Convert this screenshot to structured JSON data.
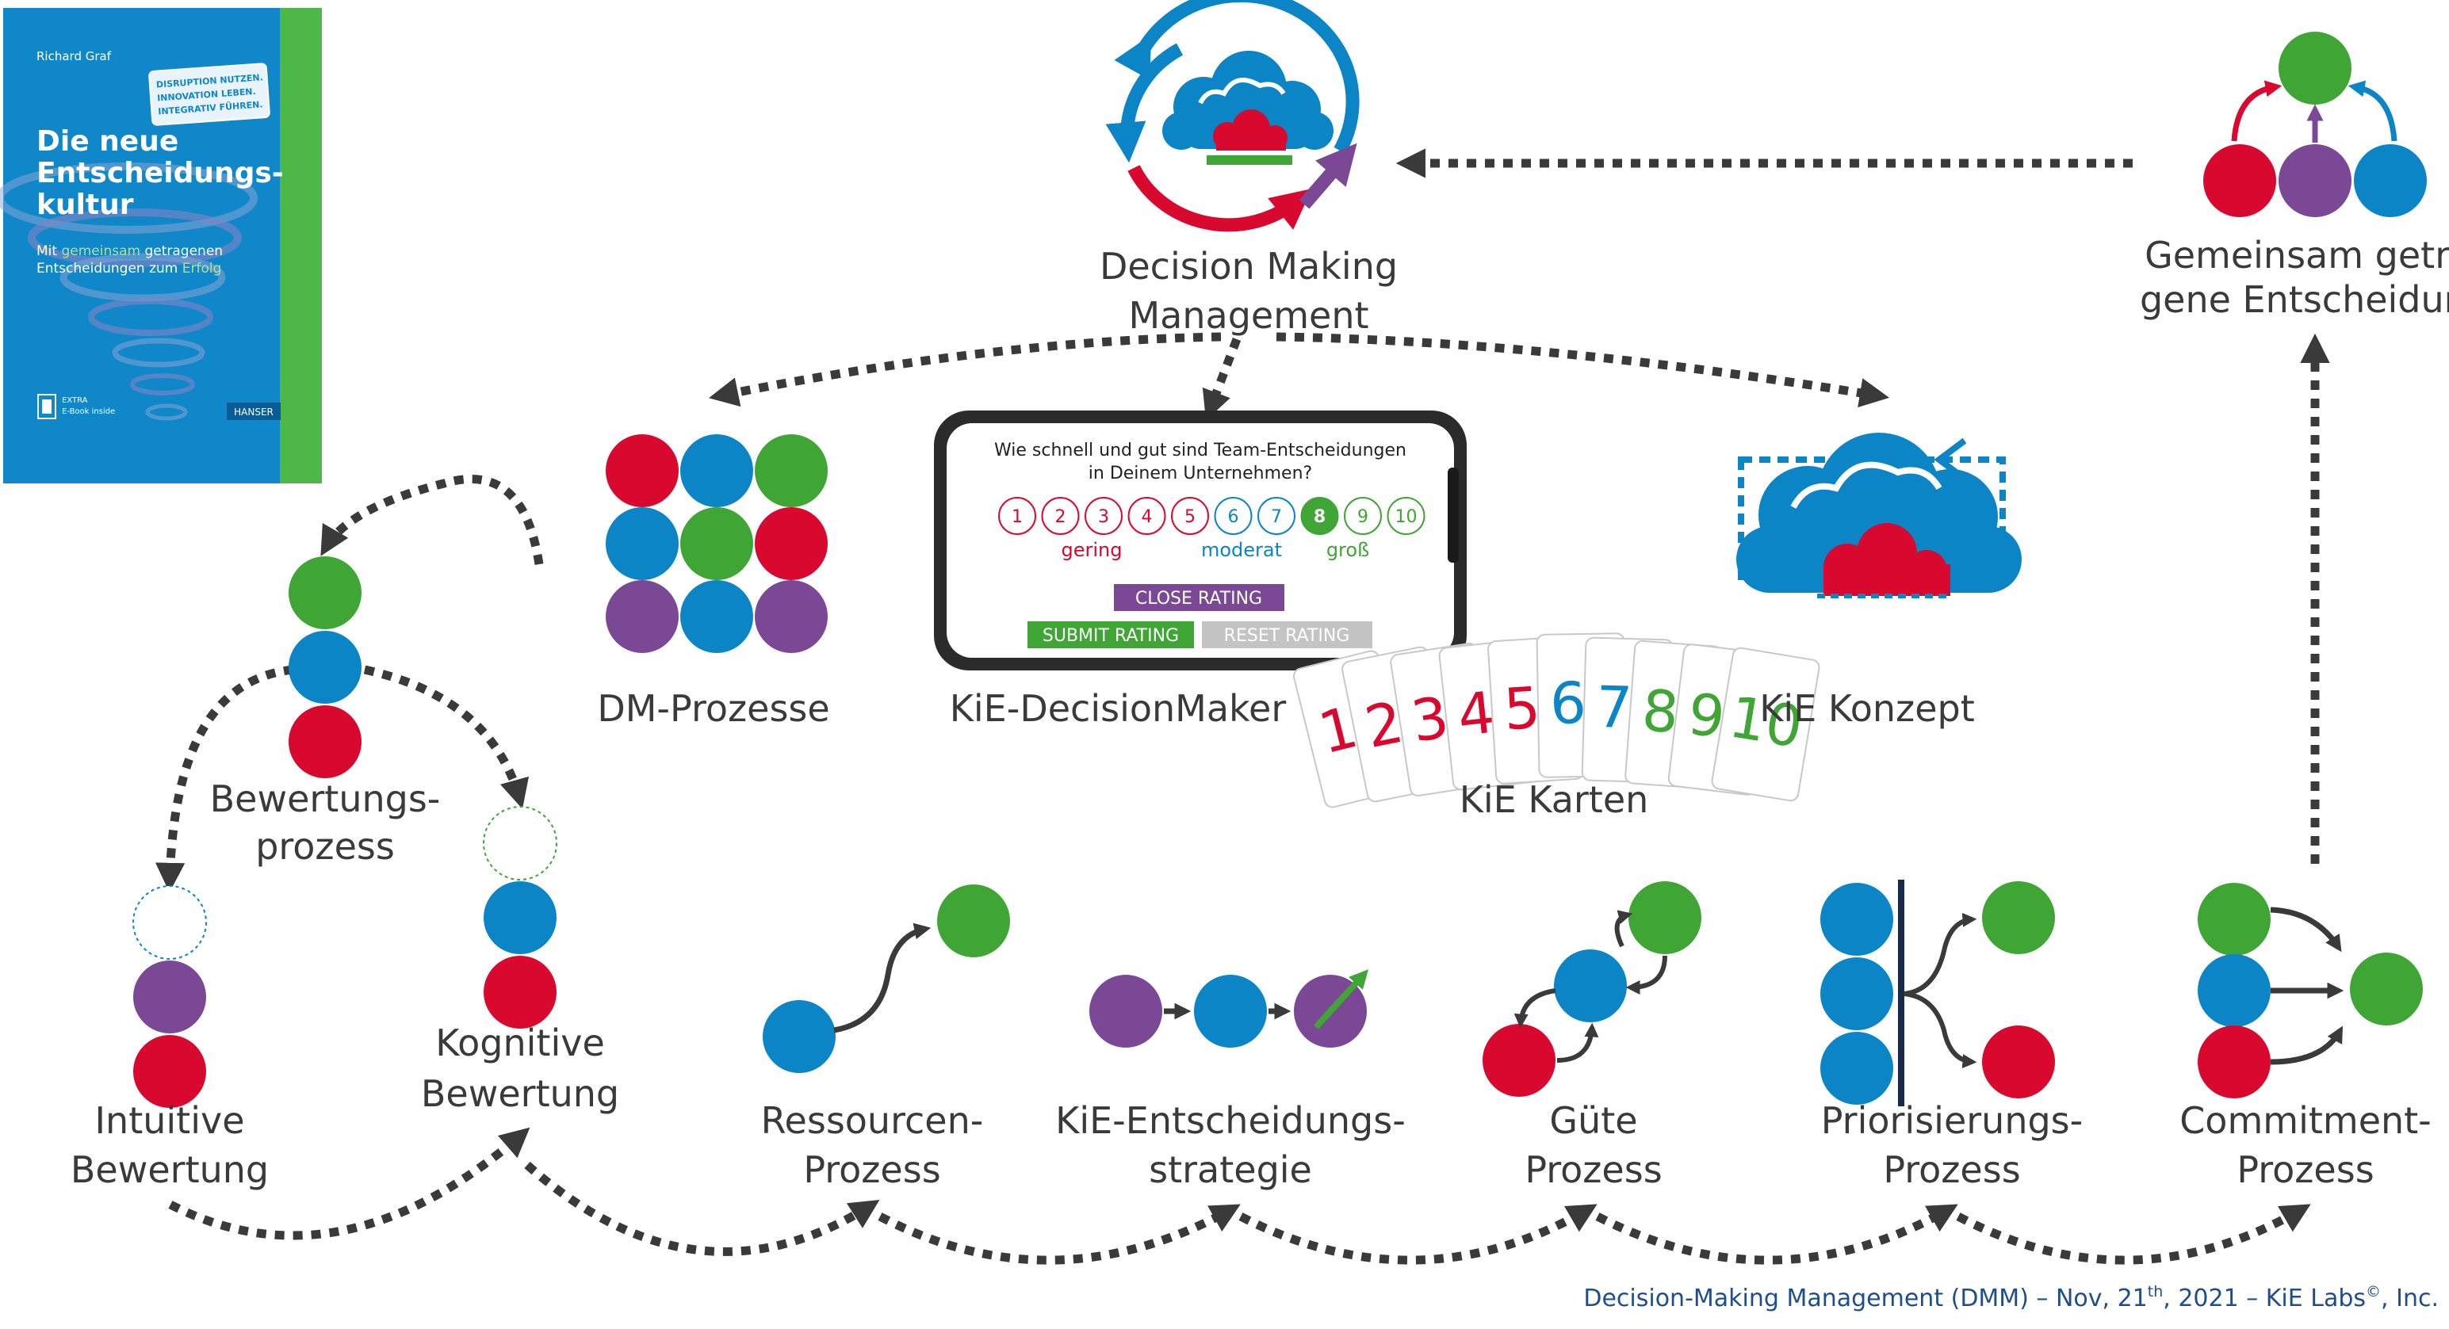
{
  "colors": {
    "red": "#d9082f",
    "blue": "#0b85c6",
    "green": "#3fa535",
    "purple": "#7b4896",
    "connector": "#3a3a3a",
    "footer": "#1f4e8c",
    "book_bg": "#0f87c9",
    "book_stripe": "#4db748"
  },
  "book": {
    "author": "Richard Graf",
    "sticker": [
      "DISRUPTION NUTZEN.",
      "INNOVATION LEBEN.",
      "INTEGRATIV FÜHREN."
    ],
    "title": [
      "Die neue",
      "Entscheidungs-",
      "kultur"
    ],
    "subtitle_parts": [
      [
        "Mit ",
        "gemeinsam",
        " getragenen"
      ],
      [
        "Entscheidungen zum ",
        "Erfolg",
        ""
      ]
    ],
    "extra": [
      "EXTRA",
      "E-Book inside"
    ],
    "publisher": "HANSER"
  },
  "top": {
    "dmm_label": [
      "Decision Making",
      "Management"
    ],
    "gemeinsam_label": [
      "Gemeinsam getra-",
      "gene Entscheidung"
    ]
  },
  "modules": {
    "dm_prozesse": "DM-Prozesse",
    "decisionmaker": "KiE-DecisionMaker",
    "konzept": "KiE Konzept",
    "karten": "KiE Karten"
  },
  "phone": {
    "question": [
      "Wie schnell und gut sind Team-Entscheidungen",
      "in Deinem Unternehmen?"
    ],
    "ratings": [
      "1",
      "2",
      "3",
      "4",
      "5",
      "6",
      "7",
      "8",
      "9",
      "10"
    ],
    "selected": "8",
    "scale_labels": [
      "gering",
      "moderat",
      "groß"
    ],
    "close_button": "CLOSE RATING",
    "submit_button": "SUBMIT RATING",
    "reset_button": "RESET RATING"
  },
  "cards": [
    "1",
    "2",
    "3",
    "4",
    "5",
    "6",
    "7",
    "8",
    "9",
    "10"
  ],
  "process": {
    "bewertung": [
      "Bewertungs-",
      "prozess"
    ],
    "intuitive": [
      "Intuitive",
      "Bewertung"
    ],
    "kognitive": [
      "Kognitive",
      "Bewertung"
    ],
    "ressourcen": [
      "Ressourcen-",
      "Prozess"
    ],
    "strategie": [
      "KiE-Entscheidungs-",
      "strategie"
    ],
    "guete": [
      "Güte",
      "Prozess"
    ],
    "priorisierung": [
      "Priorisierungs-",
      "Prozess"
    ],
    "commitment": [
      "Commitment-",
      "Prozess"
    ]
  },
  "footer": {
    "before": "Decision-Making Management (DMM) – Nov, 21",
    "sup1": "th",
    "middle": ", 2021 – KiE Labs",
    "sup2": "©",
    "after": ", Inc."
  }
}
